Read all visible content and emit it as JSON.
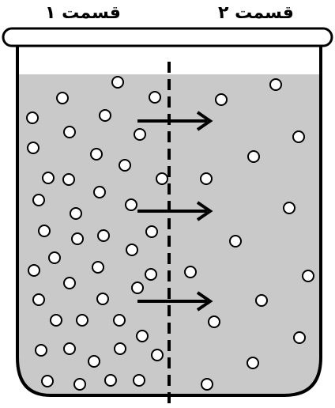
{
  "labels": {
    "part1": "قسمت ۱",
    "part2": "قسمت ۲"
  },
  "colors": {
    "liquid": "#c9c9c9",
    "outline": "#000000",
    "particle_fill": "#ffffff"
  },
  "icons": {
    "arrow": "right-arrow-icon",
    "divider": "dashed-membrane"
  }
}
